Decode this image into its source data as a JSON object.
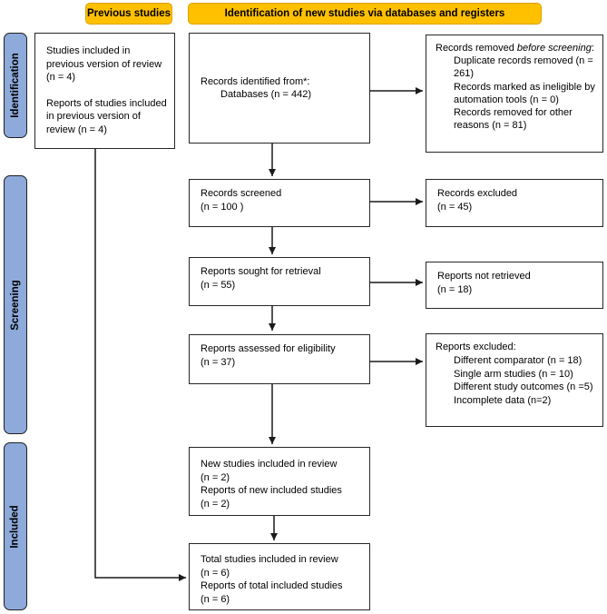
{
  "title_headers": {
    "previous": "Previous studies",
    "identification": "Identification of new studies via databases and registers"
  },
  "stage_labels": {
    "identification": "Identification",
    "screening": "Screening",
    "included": "Included"
  },
  "colors": {
    "header_bg": "#FFC000",
    "stage_bg": "#8EAADB",
    "box_border": "#262626",
    "arrow": "#1A1A1A"
  },
  "boxes": {
    "previous_studies": {
      "para1": "Studies included in previous version of review (n = 4)",
      "para2": "Reports of studies included in previous version of review (n = 4)"
    },
    "records_identified": {
      "line1": "Records identified from*:",
      "line2": "Databases (n = 442)"
    },
    "records_removed": {
      "lead": "Records removed ",
      "lead_italic": "before screening",
      "lead_tail": ":",
      "items": [
        "Duplicate records removed (n = 261)",
        "Records marked as ineligible by automation tools (n = 0)",
        "Records removed for other reasons (n = 81)"
      ]
    },
    "records_screened": {
      "line1": "Records screened",
      "line2": "(n = 100 )"
    },
    "records_excluded": {
      "line1": "Records excluded",
      "line2": "(n = 45)"
    },
    "reports_sought": {
      "line1": "Reports sought for retrieval",
      "line2": "(n = 55)"
    },
    "reports_not_retrieved": {
      "line1": "Reports not retrieved",
      "line2": "(n = 18)"
    },
    "reports_assessed": {
      "line1": "Reports assessed for eligibility",
      "line2": "(n = 37)"
    },
    "reports_excluded": {
      "lead": "Reports excluded:",
      "items": [
        "Different comparator (n = 18)",
        "Single arm studies (n = 10)",
        "Different study outcomes (n =5)",
        "Incomplete data (n=2)"
      ]
    },
    "new_studies": {
      "line1": "New studies included in review",
      "line2": "(n = 2)",
      "line3": "Reports of new included studies",
      "line4": "(n = 2)"
    },
    "total_studies": {
      "line1": "Total studies included in review",
      "line2": "(n = 6)",
      "line3": "Reports of total included studies",
      "line4": "(n = 6)"
    }
  }
}
